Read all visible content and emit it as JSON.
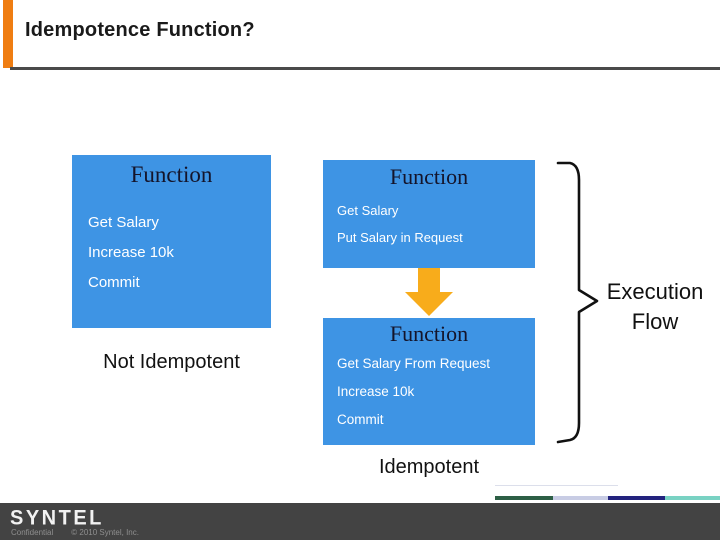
{
  "slide": {
    "title": "Idempotence Function?",
    "left_box": {
      "title": "Function",
      "items": [
        "Get Salary",
        "Increase 10k",
        "Commit"
      ],
      "caption": "Not Idempotent"
    },
    "right_top_box": {
      "title": "Function",
      "items": [
        "Get Salary",
        "Put Salary in Request"
      ]
    },
    "right_bottom_box": {
      "title": "Function",
      "items": [
        "Get Salary From Request",
        "Increase 10k",
        "Commit"
      ],
      "caption": "Idempotent"
    },
    "execution_flow_label": "Execution Flow",
    "icons": {
      "down_arrow": "down-arrow-icon",
      "right_brace": "curly-brace-icon"
    },
    "footer": {
      "logo": "SYNTEL",
      "confidential": "Confidential",
      "copyright": "© 2010 Syntel, Inc."
    },
    "colors": {
      "accent_orange": "#EF7D12",
      "header_line": "#4A4A4A",
      "box_blue": "#3E94E4",
      "arrow_orange": "#F8AC1B",
      "footer_gray": "#434343",
      "stripe_green": "#2D5F45",
      "stripe_lavender": "#C8CCE4",
      "stripe_navy": "#23237E",
      "stripe_teal": "#79D2C3"
    }
  }
}
